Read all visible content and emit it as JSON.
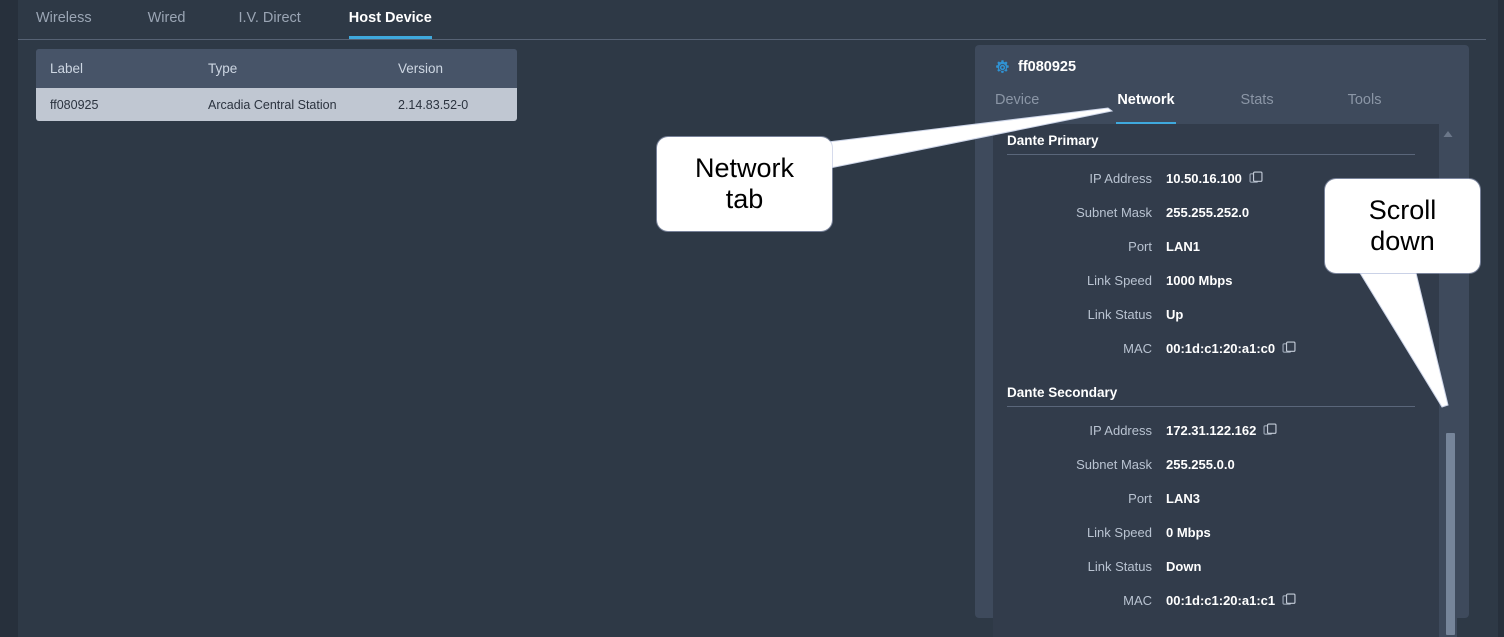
{
  "top_tabs": [
    {
      "label": "Wireless",
      "active": false
    },
    {
      "label": "Wired",
      "active": false
    },
    {
      "label": "I.V. Direct",
      "active": false
    },
    {
      "label": "Host Device",
      "active": true
    }
  ],
  "device_table": {
    "columns": [
      "Label",
      "Type",
      "Version"
    ],
    "rows": [
      {
        "label": "ff080925",
        "type": "Arcadia Central Station",
        "version": "2.14.83.52-0"
      }
    ]
  },
  "detail_panel": {
    "title": "ff080925",
    "gear_icon": "gear-icon",
    "tabs": [
      {
        "label": "Device",
        "active": false
      },
      {
        "label": "Network",
        "active": true
      },
      {
        "label": "Stats",
        "active": false
      },
      {
        "label": "Tools",
        "active": false
      }
    ],
    "sections": [
      {
        "title": "Dante Primary",
        "fields": [
          {
            "key": "IP Address",
            "value": "10.50.16.100",
            "copy": true
          },
          {
            "key": "Subnet Mask",
            "value": "255.255.252.0",
            "copy": false
          },
          {
            "key": "Port",
            "value": "LAN1",
            "copy": false
          },
          {
            "key": "Link Speed",
            "value": "1000 Mbps",
            "copy": false
          },
          {
            "key": "Link Status",
            "value": "Up",
            "copy": false
          },
          {
            "key": "MAC",
            "value": "00:1d:c1:20:a1:c0",
            "copy": true
          }
        ]
      },
      {
        "title": "Dante Secondary",
        "fields": [
          {
            "key": "IP Address",
            "value": "172.31.122.162",
            "copy": true
          },
          {
            "key": "Subnet Mask",
            "value": "255.255.0.0",
            "copy": false
          },
          {
            "key": "Port",
            "value": "LAN3",
            "copy": false
          },
          {
            "key": "Link Speed",
            "value": "0 Mbps",
            "copy": false
          },
          {
            "key": "Link Status",
            "value": "Down",
            "copy": false
          },
          {
            "key": "MAC",
            "value": "00:1d:c1:20:a1:c1",
            "copy": true
          }
        ]
      }
    ]
  },
  "annotations": [
    {
      "id": "network-tab",
      "line1": "Network",
      "line2": "tab"
    },
    {
      "id": "scroll-down",
      "line1": "Scroll",
      "line2": "down"
    }
  ],
  "colors": {
    "accent": "#3fa9dd",
    "page_bg": "#2e3946",
    "panel_bg": "#3e4a5c",
    "scroll_bg": "#323c4b",
    "row_selected": "#c0c7d2",
    "callout_bg": "#ffffff"
  }
}
